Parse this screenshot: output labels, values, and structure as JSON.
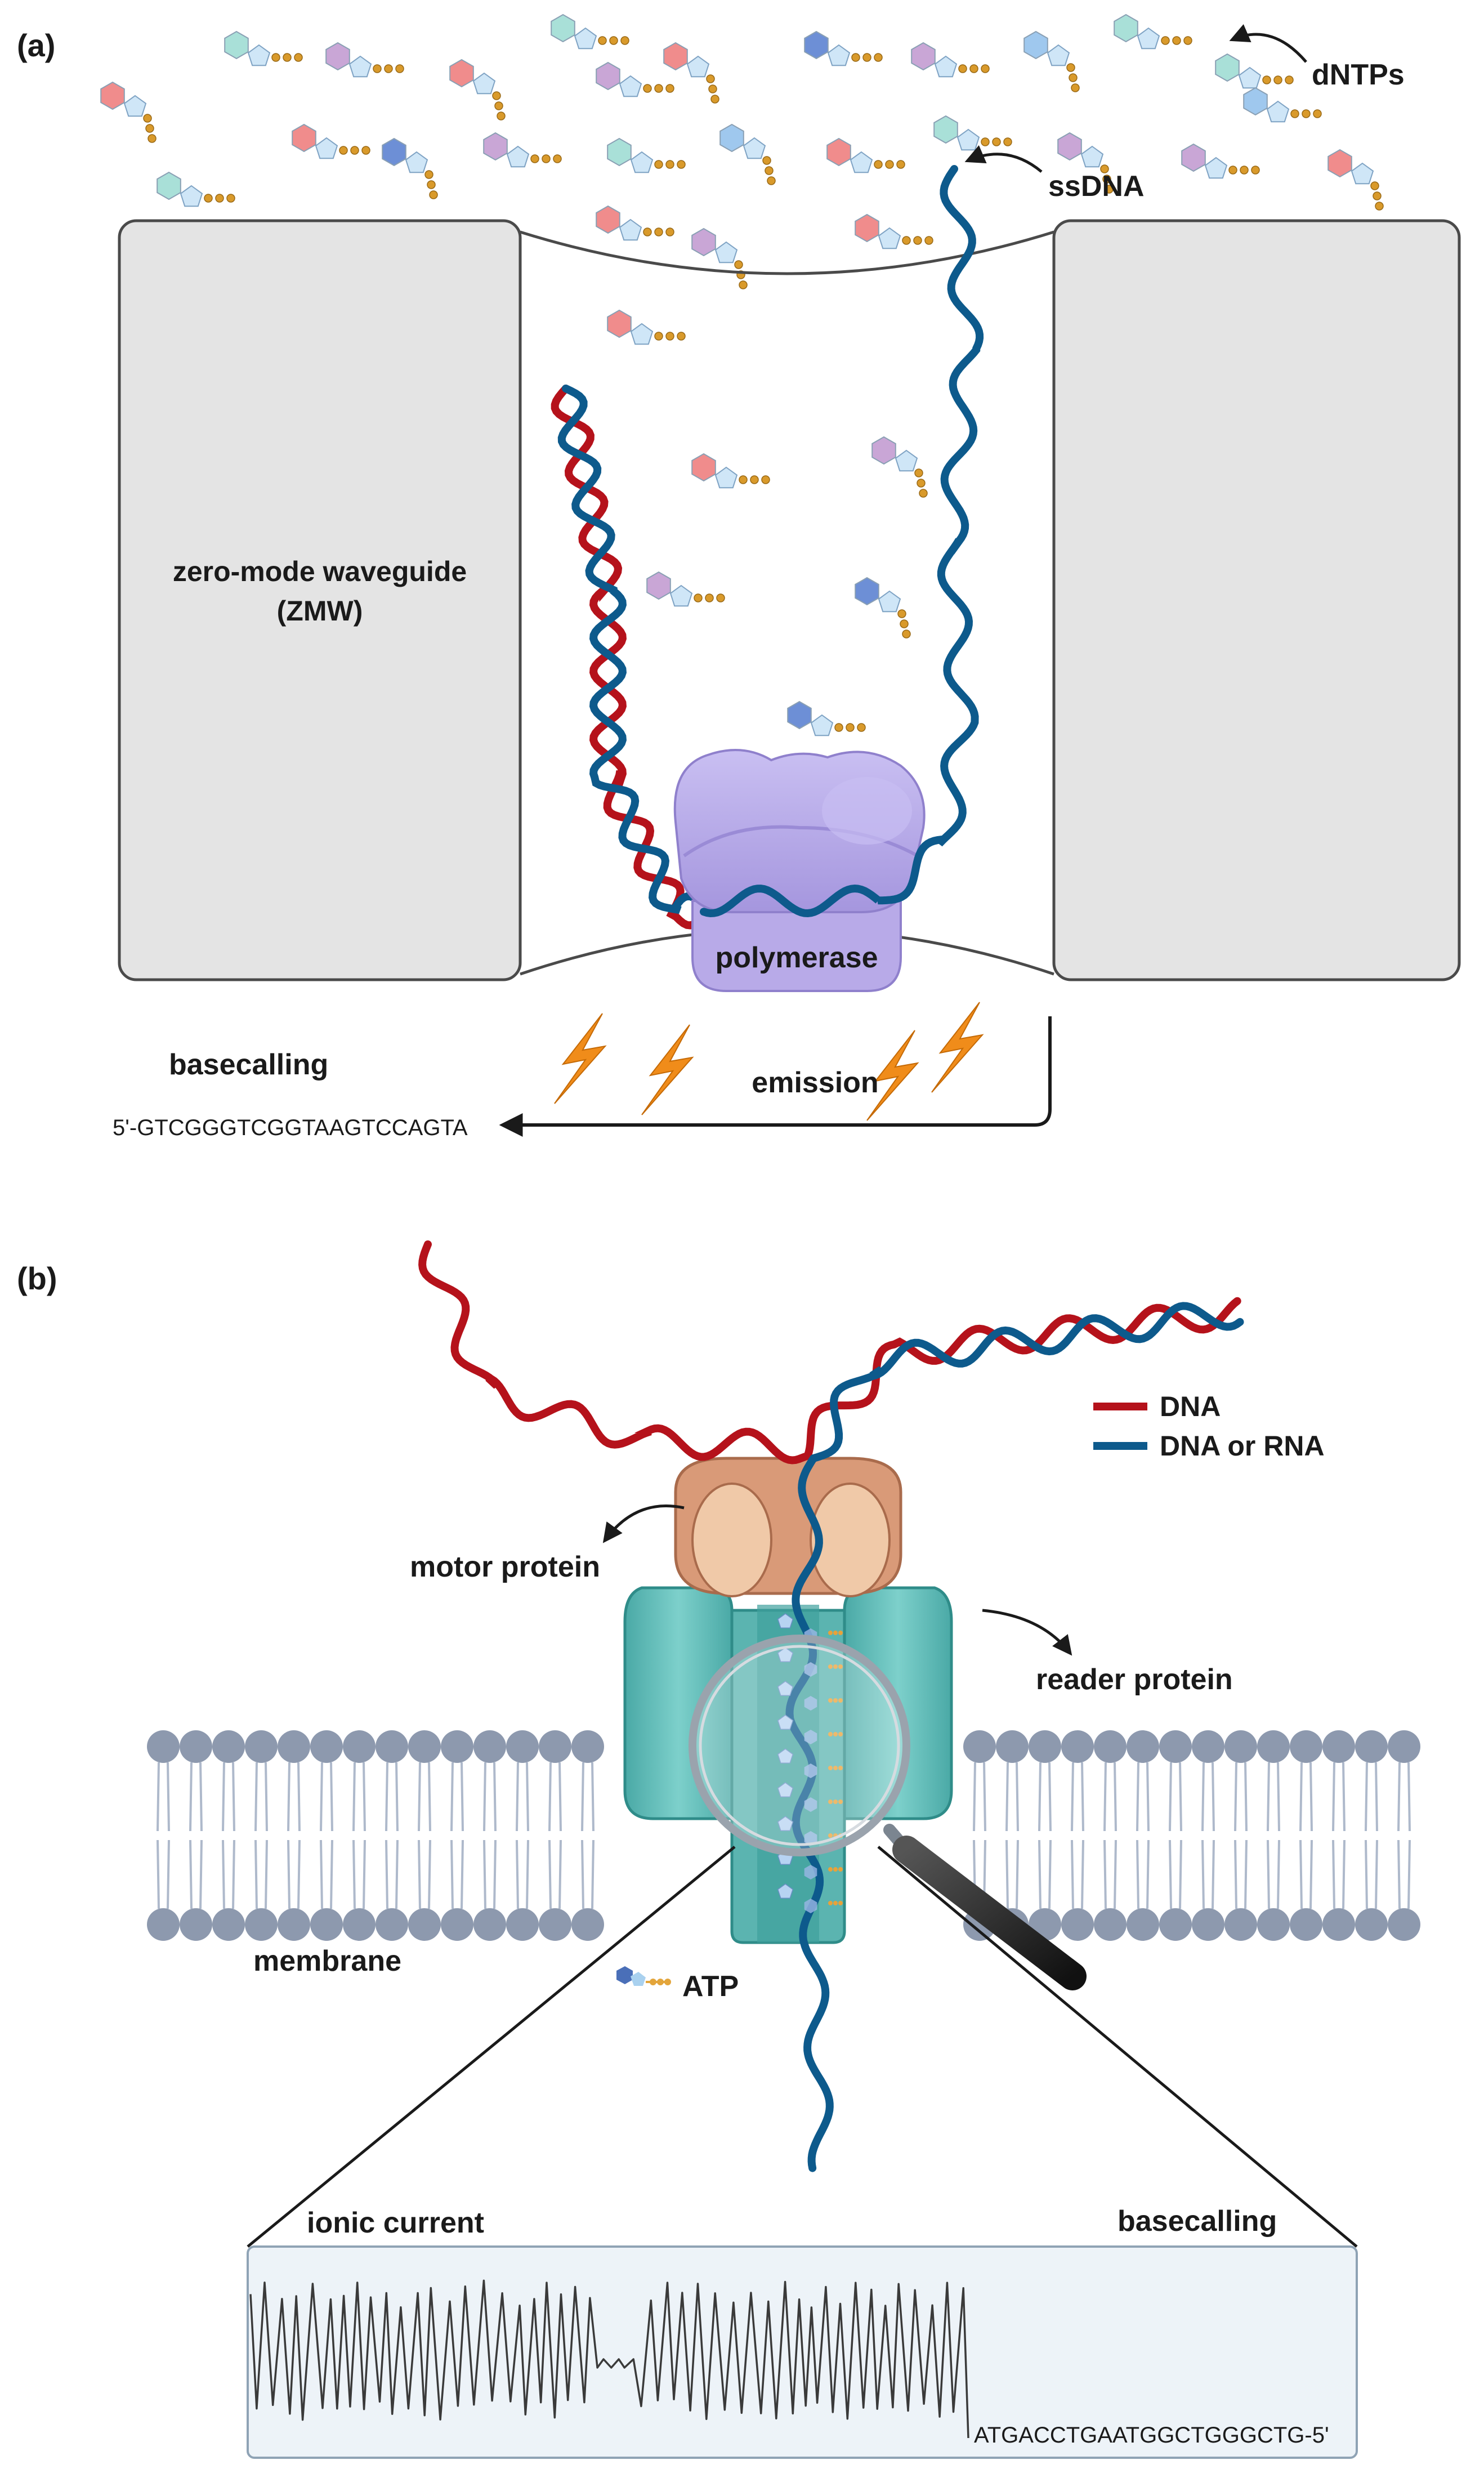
{
  "panel_a": {
    "tag": "(a)",
    "dntps_label": "dNTPs",
    "ssdna_label": "ssDNA",
    "zmw_label_line1": "zero-mode waveguide",
    "zmw_label_line2": "(ZMW)",
    "polymerase_label": "polymerase",
    "basecalling_label": "basecalling",
    "emission_label": "emission",
    "sequence": "5'-GTCGGGTCGGTAAGTCCAGTA"
  },
  "panel_b": {
    "tag": "(b)",
    "legend": [
      {
        "label": "DNA",
        "color": "#b5121b"
      },
      {
        "label": "DNA or RNA",
        "color": "#0d5a8c"
      }
    ],
    "motor_label": "motor protein",
    "reader_label": "reader protein",
    "membrane_label": "membrane",
    "atp_label": "ATP",
    "ionic_label": "ionic current",
    "basecalling_label": "basecalling",
    "sequence": "ATGACCTGAATGGCTGGGCTG-5'"
  },
  "colors": {
    "dna_red": "#b5121b",
    "dna_blue": "#0d5a8c",
    "zmw_fill": "#e4e4e4",
    "polymerase": "#b7a9e6",
    "reader": "#6cc1bd",
    "motor": "#d99a78",
    "lipid": "#8d99ae",
    "bolt": "#f08c1a",
    "trace_bg": "#edf3f8"
  }
}
